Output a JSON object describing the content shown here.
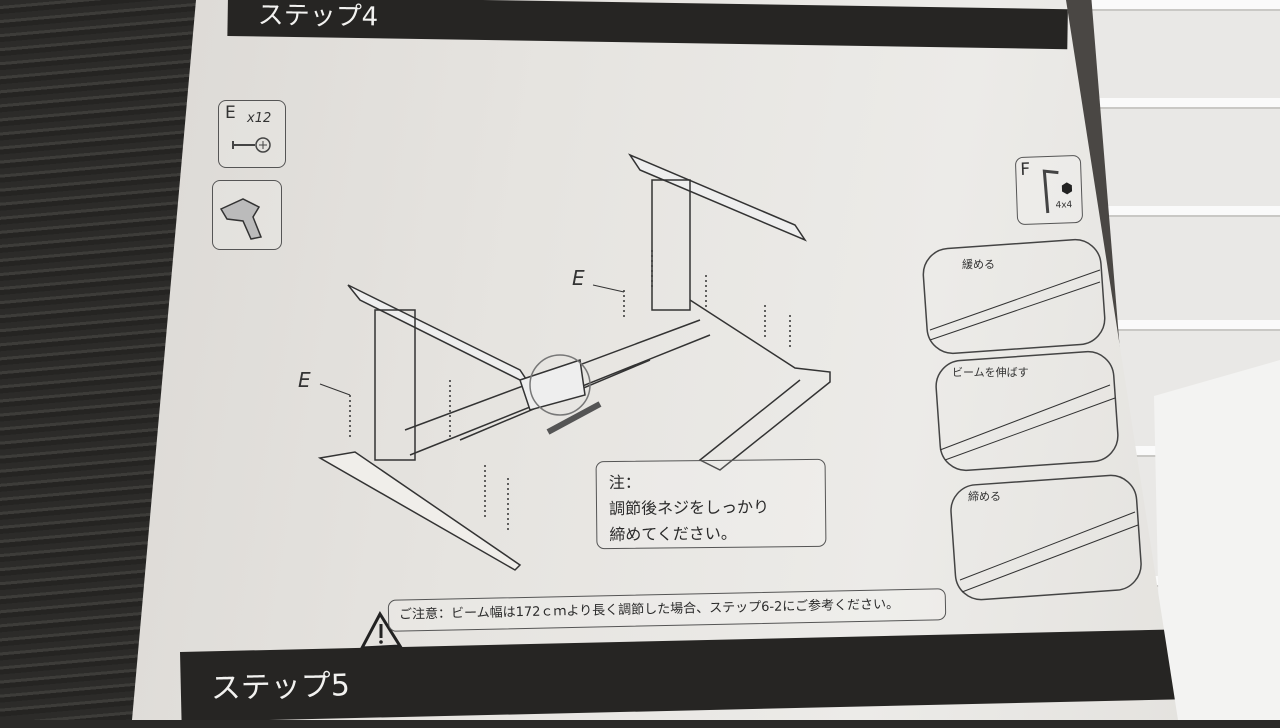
{
  "step4": {
    "title": "ステップ4"
  },
  "step5": {
    "title": "ステップ5"
  },
  "parts": {
    "e_label": "E",
    "e_qty": "x12",
    "f_label": "F",
    "f_size": "4x4"
  },
  "diagram": {
    "callout_e_1": "E",
    "callout_e_2": "E"
  },
  "detail_panels": [
    {
      "label": "緩める"
    },
    {
      "label": "ビームを伸ばす"
    },
    {
      "label": "締める"
    }
  ],
  "note": {
    "heading": "注：",
    "line1": "調節後ネジをしっかり",
    "line2": "締めてください。"
  },
  "warning": {
    "text": "ご注意：ビーム幅は172ｃｍより長く調節した場合、ステップ6-2にご参考ください。"
  }
}
